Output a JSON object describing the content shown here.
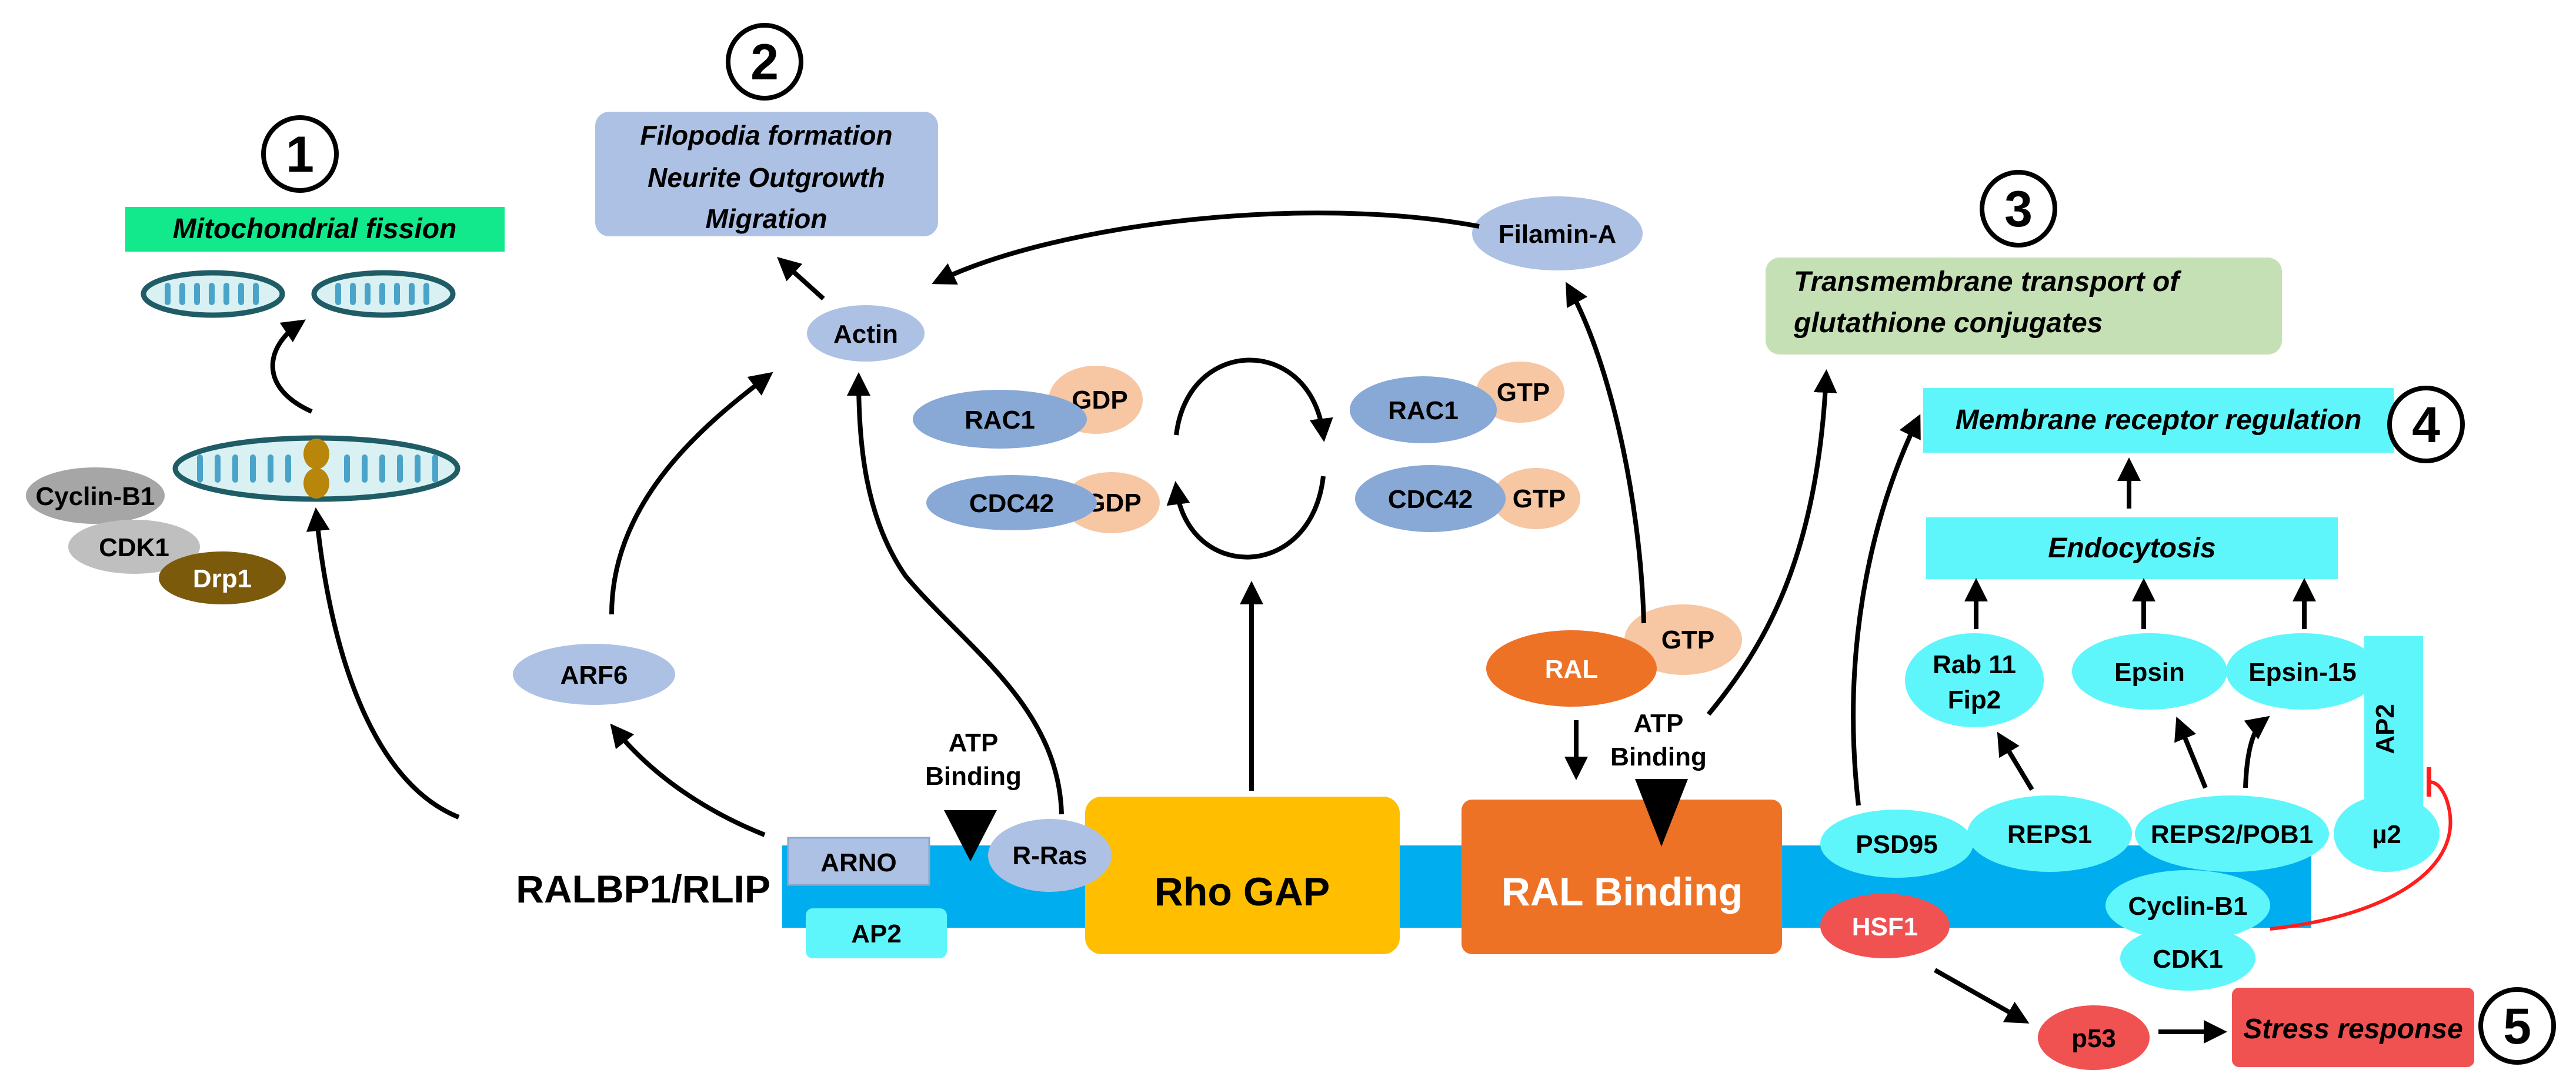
{
  "colors": {
    "membrane_bar": "#00aeef",
    "light_blue": "#adc1e4",
    "mid_blue": "#88a8d6",
    "peach": "#f7c6a3",
    "cyan": "#5ff6fb",
    "rho_gap": "#ffbf00",
    "ral_orange": "#ee7226",
    "red": "#f05252",
    "mito_green": "#12e98c",
    "transport_green": "#c5e0b5",
    "grey_dark": "#a6a6a6",
    "grey_light": "#bfbfbf",
    "drp1_brown": "#7b5a0b",
    "inhibition_red": "#ff1e1e"
  },
  "sections": {
    "s1": "1",
    "s2": "2",
    "s3": "3",
    "s4": "4",
    "s5": "5"
  },
  "outcomes": {
    "mitochondrial_fission": "Mitochondrial fission",
    "filopodia": [
      "Filopodia formation",
      "Neurite Outgrowth",
      "Migration"
    ],
    "transmembrane": [
      "Transmembrane transport of",
      "glutathione conjugates"
    ],
    "membrane_receptor": "Membrane receptor regulation",
    "endocytosis": "Endocytosis",
    "stress_response": "Stress response"
  },
  "protein": {
    "name": "RALBP1/RLIP",
    "rho_gap": "Rho GAP",
    "ral_binding": "RAL Binding",
    "arno": "ARNO",
    "ap2_bottom": "AP2",
    "r_ras": "R-Ras",
    "atp_binding_left": [
      "ATP",
      "Binding"
    ],
    "atp_binding_right": [
      "ATP",
      "Binding"
    ]
  },
  "nodes": {
    "cyclin_b1_left": "Cyclin-B1",
    "cdk1_left": "CDK1",
    "drp1": "Drp1",
    "actin": "Actin",
    "arf6": "ARF6",
    "filamin_a": "Filamin-A",
    "rac1_gdp": "RAC1",
    "gdp_1": "GDP",
    "cdc42_gdp": "CDC42",
    "gdp_2": "GDP",
    "rac1_gtp": "RAC1",
    "gtp_1": "GTP",
    "cdc42_gtp": "CDC42",
    "gtp_2": "GTP",
    "ral": "RAL",
    "ral_gtp": "GTP",
    "psd95": "PSD95",
    "hsf1": "HSF1",
    "p53": "p53",
    "rab11": [
      "Rab 11",
      "Fip2"
    ],
    "epsin": "Epsin",
    "epsin15": "Epsin-15",
    "ap2_right": "AP2",
    "mu2": "µ2",
    "reps1": "REPS1",
    "reps2": "REPS2/POB1",
    "cyclin_b1_right": "Cyclin-B1",
    "cdk1_right": "CDK1"
  }
}
